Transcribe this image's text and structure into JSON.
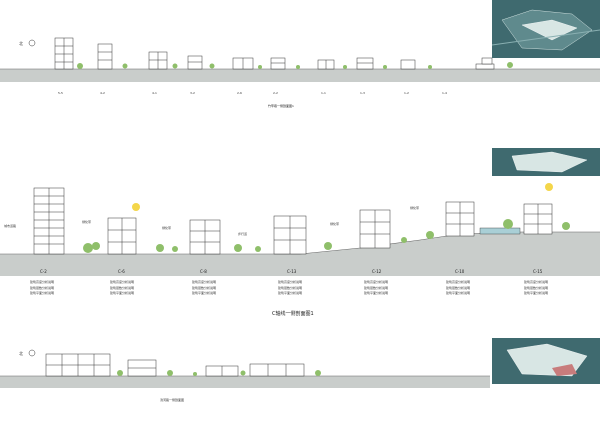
{
  "colors": {
    "ground": "#c8ccca",
    "ground_line": "#6b7070",
    "building": "#ffffff",
    "building_line": "#333333",
    "tree": "#8fbf6a",
    "inset_bg": "#3f6a6f",
    "sun": "#f4d64a"
  },
  "sheet": {
    "top_section": {
      "marker_letter": "北",
      "markers": [
        "5-5",
        "4-2",
        "4-1",
        "3-2",
        "2-6",
        "2-2",
        "1-1",
        "1-3",
        "1-2",
        "1-4"
      ],
      "caption": "竹竿巷一侧剖面图1"
    },
    "middle_section": {
      "marker_letter": "",
      "markers": [
        "C-2",
        "C-6",
        "C-8",
        "C-13",
        "C-12",
        "C-10",
        "C-15"
      ],
      "left_note": "城市道路",
      "notes": [
        "绿化带",
        "绿化带",
        "步行道",
        "绿化带",
        "绿化带"
      ],
      "data_rows": [
        [
          "建筑高度分析说明",
          "建筑层数分析说明",
          "建筑平面分析说明"
        ],
        [
          "建筑高度分析说明",
          "建筑层数分析说明",
          "建筑平面分析说明"
        ],
        [
          "建筑高度分析说明",
          "建筑层数分析说明",
          "建筑平面分析说明"
        ],
        [
          "建筑高度分析说明",
          "建筑层数分析说明",
          "建筑平面分析说明"
        ],
        [
          "建筑高度分析说明",
          "建筑层数分析说明",
          "建筑平面分析说明"
        ],
        [
          "建筑高度分析说明",
          "建筑层数分析说明",
          "建筑平面分析说明"
        ],
        [
          "建筑高度分析说明",
          "建筑层数分析说明",
          "建筑平面分析说明"
        ]
      ],
      "caption": "C轴线一侧剖面图1"
    },
    "bottom_section": {
      "marker_letter": "北",
      "caption": "滨河路一侧剖面图"
    }
  }
}
